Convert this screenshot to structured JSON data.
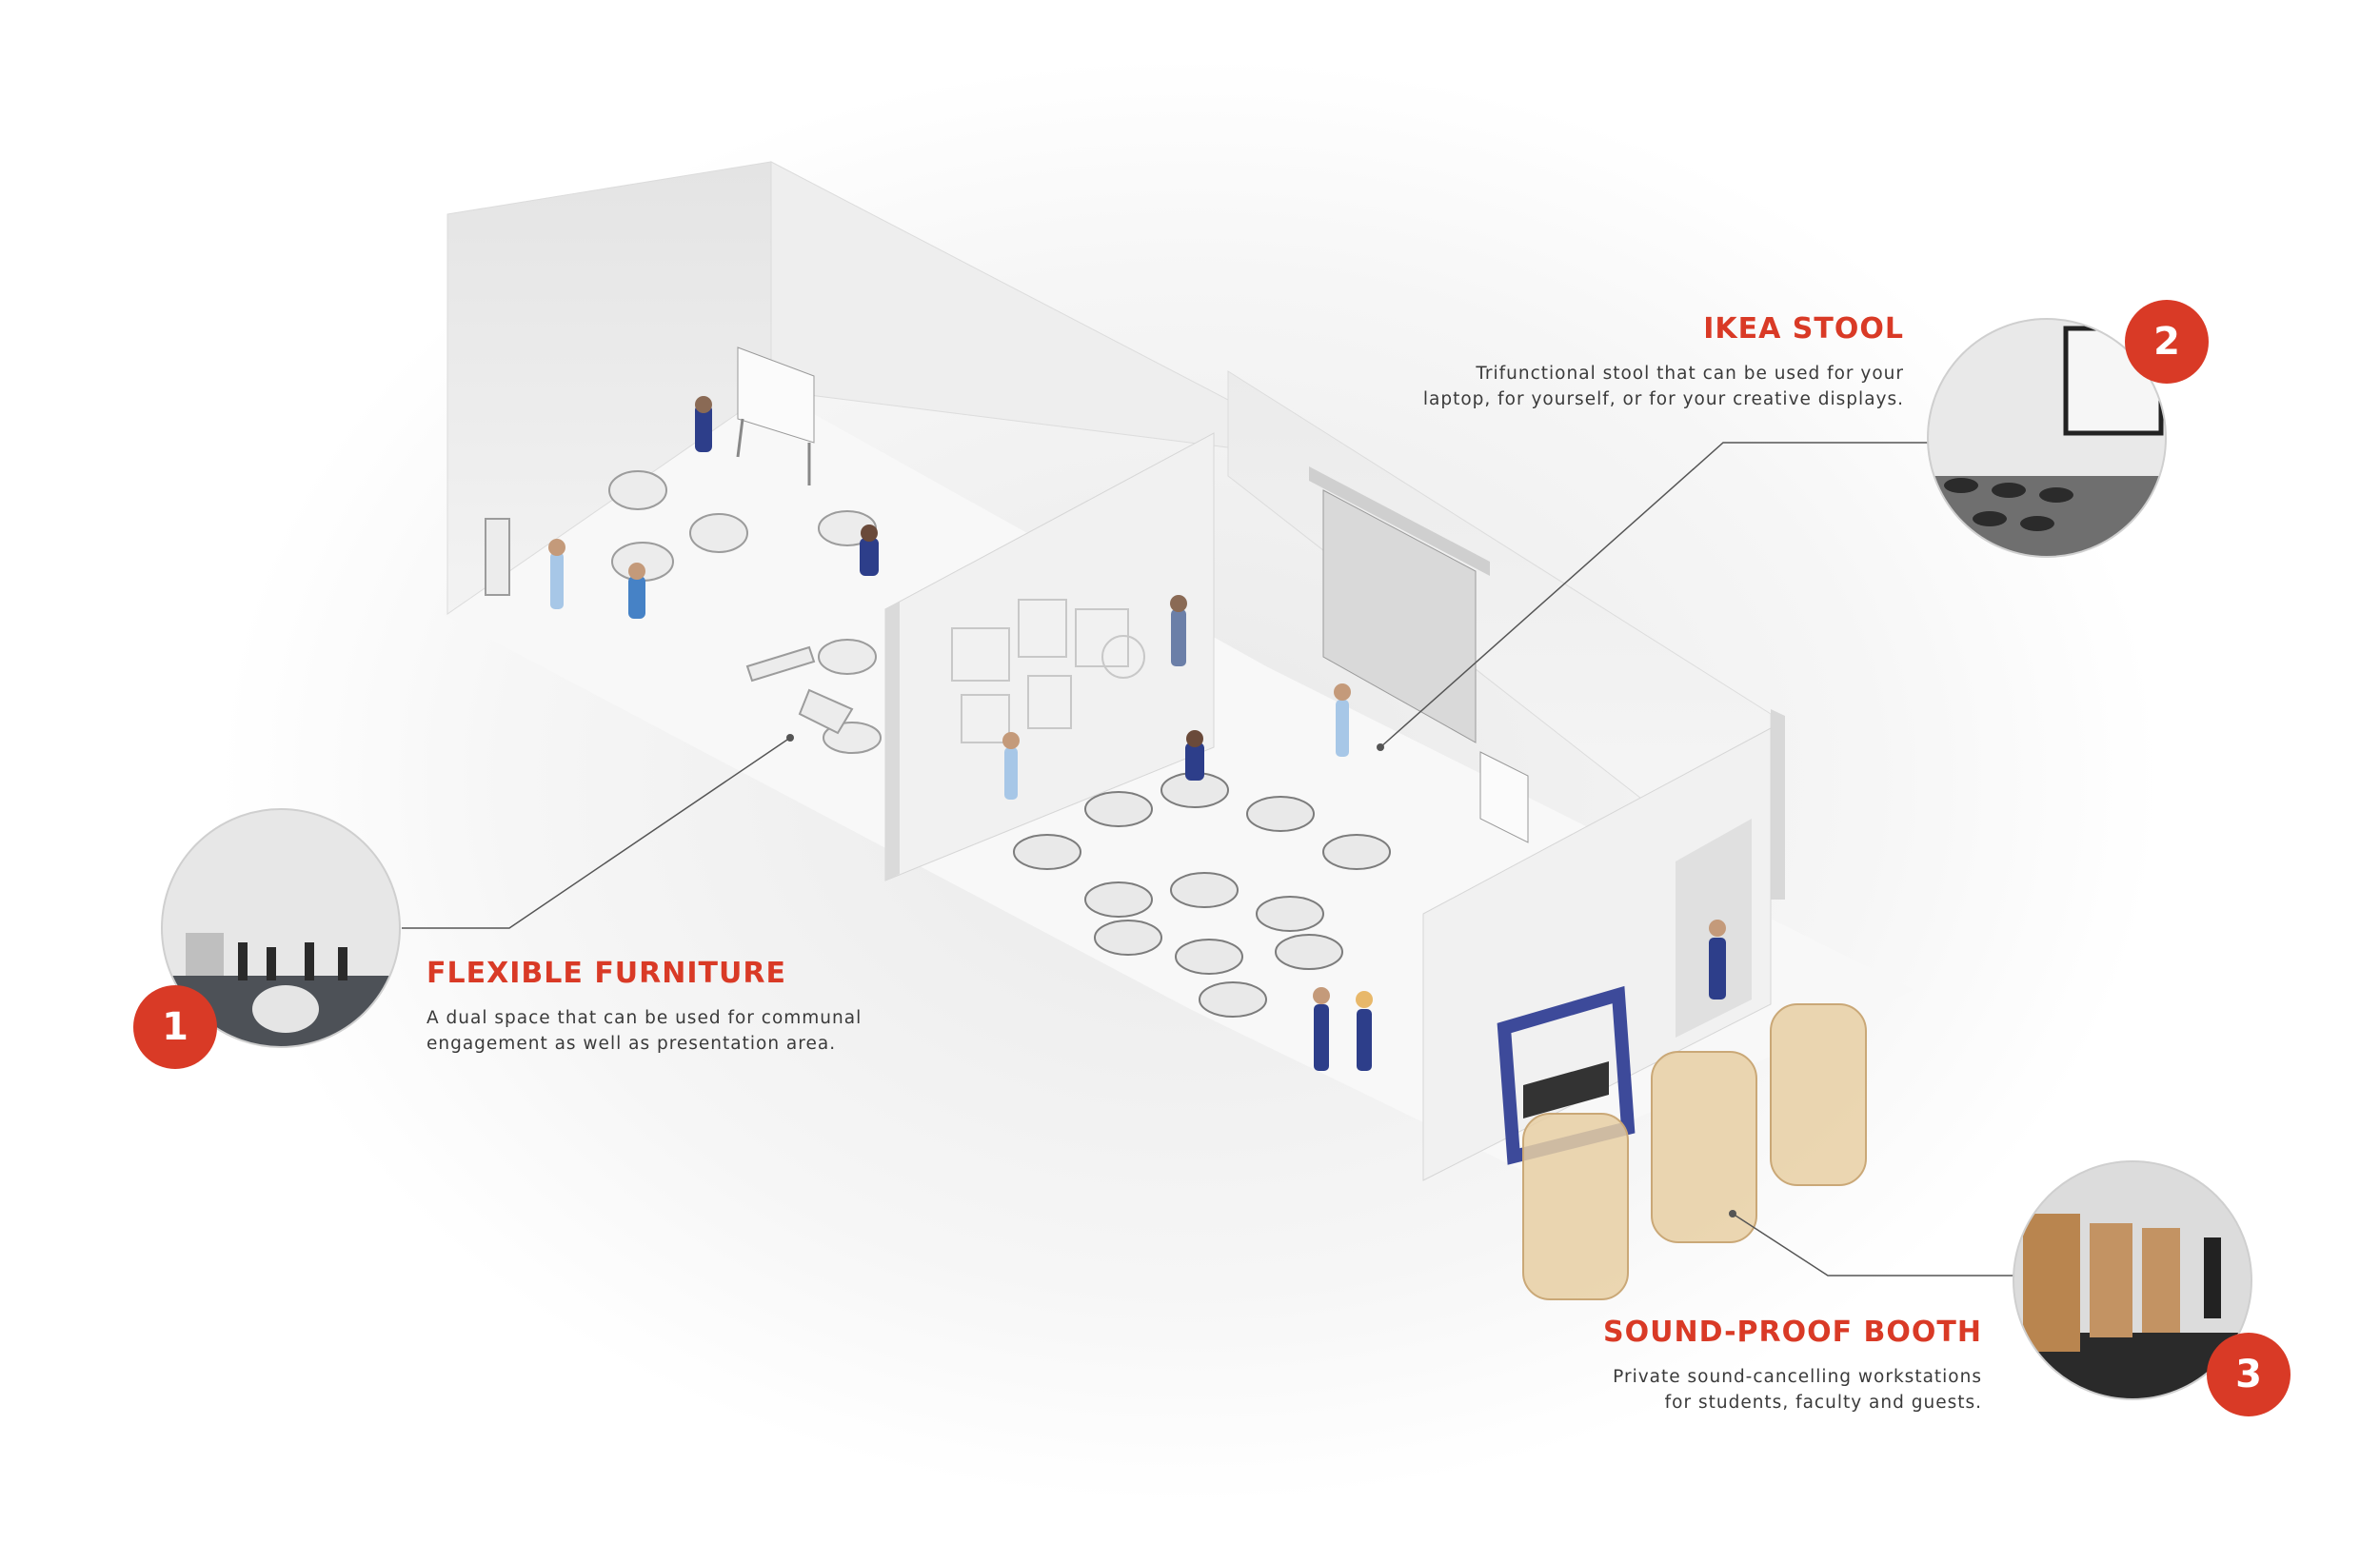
{
  "colors": {
    "accent": "#d93a26",
    "text": "#3a3a3a",
    "wall": "#f2f2f2",
    "booth": "#e8cfa3",
    "figure_blue": "#2d3e8a"
  },
  "callouts": [
    {
      "number": "1",
      "title": "FLEXIBLE FURNITURE",
      "line1": "A dual space that can be used for communal",
      "line2": "engagement as well as presentation area."
    },
    {
      "number": "2",
      "title": "IKEA STOOL",
      "line1": "Trifunctional stool that can be used for your",
      "line2": "laptop, for yourself, or for your creative displays."
    },
    {
      "number": "3",
      "title": "SOUND-PROOF BOOTH",
      "line1": "Private sound-cancelling workstations",
      "line2": "for students, faculty and guests."
    }
  ]
}
